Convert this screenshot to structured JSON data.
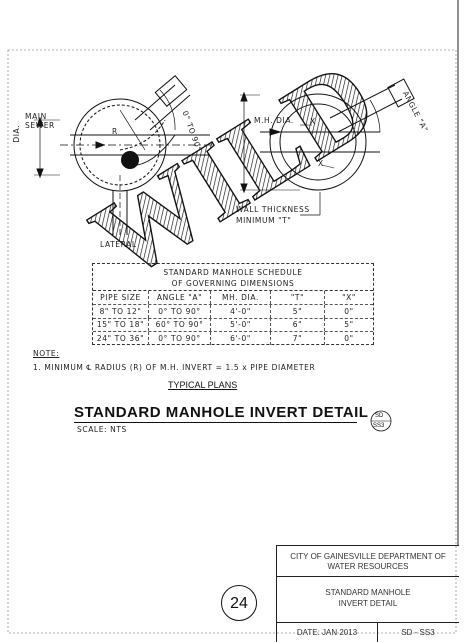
{
  "watermark": "WILD",
  "plan_left": {
    "main_sewer_label": "MAIN\nSEWER",
    "dia_label": "DIA.",
    "radius_label": "R",
    "angle_label": "0° TO 90°",
    "lateral_label": "LATERAL"
  },
  "plan_right": {
    "mh_dia_label": "M.H. DIA.",
    "angle_label": "ANGLE \"A\"",
    "x_label": "X",
    "wall_thickness_label": "WALL THICKNESS",
    "minimum_t_label": "MINIMUM \"T\""
  },
  "schedule": {
    "title_line1": "STANDARD MANHOLE SCHEDULE",
    "title_line2": "OF GOVERNING DIMENSIONS",
    "headers": [
      "PIPE SIZE",
      "ANGLE \"A\"",
      "MH. DIA.",
      "\"T\"",
      "\"X\""
    ],
    "rows": [
      [
        "8\" TO 12\"",
        "0° TO 90°",
        "4'-0\"",
        "5\"",
        "0\""
      ],
      [
        "15\" TO 18\"",
        "60° TO 90°",
        "5'-0\"",
        "6\"",
        "5\""
      ],
      [
        "24\" TO 36\"",
        "0° TO 90°",
        "6'-0\"",
        "7\"",
        "0\""
      ]
    ]
  },
  "note_heading": "NOTE:",
  "note_text": "1. MINIMUM ℄ RADIUS (R) OF M.H. INVERT = 1.5 x PIPE DIAMETER",
  "typical_plans": "TYPICAL PLANS",
  "detail_title": "STANDARD MANHOLE INVERT DETAIL",
  "scale": "SCALE: NTS",
  "detail_ref": {
    "top": "SD",
    "bottom": "SS3"
  },
  "sheet_number": "24",
  "title_block": {
    "agency_line1": "CITY OF GAINESVILLE DEPARTMENT OF",
    "agency_line2": "WATER RESOURCES",
    "title_line1": "STANDARD MANHOLE",
    "title_line2": "INVERT DETAIL",
    "date": "DATE: JAN 2013",
    "drawing_no": "SD - SS3"
  }
}
